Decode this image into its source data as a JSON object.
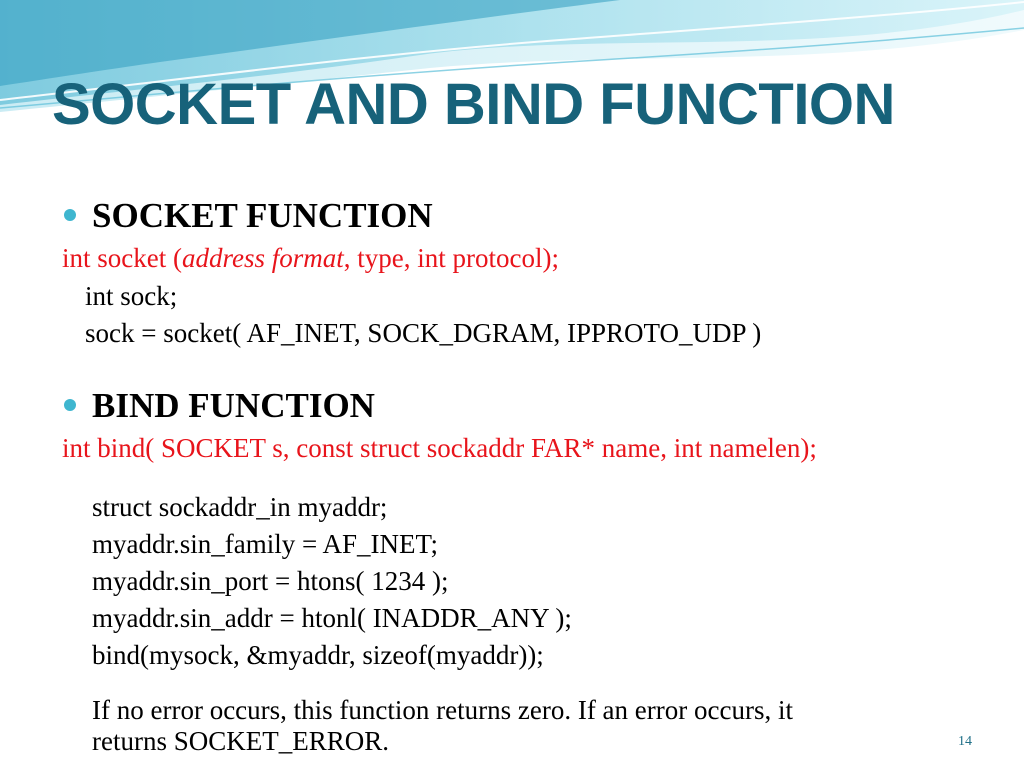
{
  "slide": {
    "title": "SOCKET AND BIND FUNCTION",
    "page_number": "14",
    "colors": {
      "title": "#17627a",
      "bullet": "#3fb6cf",
      "prototype": "#e8141b",
      "body": "#000000",
      "wave": "#46b4d2"
    }
  },
  "socket_section": {
    "heading": "SOCKET FUNCTION",
    "prototype": {
      "prefix": "int socket (",
      "italic": "address format",
      "suffix": ", type, int protocol);"
    },
    "code": [
      "int sock;",
      "sock = socket( AF_INET,  SOCK_DGRAM, IPPROTO_UDP )"
    ]
  },
  "bind_section": {
    "heading": "BIND FUNCTION",
    "prototype": "int bind( SOCKET s, const struct sockaddr FAR* name, int namelen);",
    "code": [
      "struct sockaddr_in myaddr;",
      "myaddr.sin_family = AF_INET;",
      "myaddr.sin_port = htons( 1234 );",
      "myaddr.sin_addr = htonl( INADDR_ANY );",
      "bind(mysock, &myaddr, sizeof(myaddr));"
    ],
    "note": [
      "If no error occurs, this function returns zero. If an error occurs, it",
      "returns SOCKET_ERROR."
    ]
  }
}
